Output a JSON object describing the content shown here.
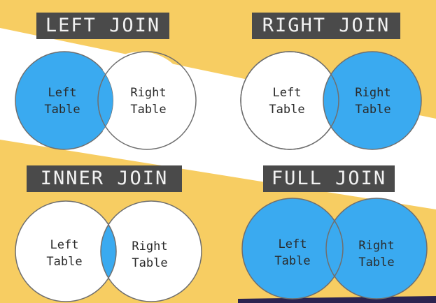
{
  "colors": {
    "background": "#f7cd62",
    "band": "#ffffff",
    "fill": "#3aaaf0",
    "title_bg": "#4a4a4a",
    "outline": "#6f6f6f"
  },
  "panels": {
    "left": {
      "title": "LEFT JOIN",
      "left_label_1": "Left",
      "left_label_2": "Table",
      "right_label_1": "Right",
      "right_label_2": "Table"
    },
    "right": {
      "title": "RIGHT JOIN",
      "left_label_1": "Left",
      "left_label_2": "Table",
      "right_label_1": "Right",
      "right_label_2": "Table"
    },
    "inner": {
      "title": "INNER JOIN",
      "left_label_1": "Left",
      "left_label_2": "Table",
      "right_label_1": "Right",
      "right_label_2": "Table"
    },
    "full": {
      "title": "FULL JOIN",
      "left_label_1": "Left",
      "left_label_2": "Table",
      "right_label_1": "Right",
      "right_label_2": "Table"
    }
  }
}
